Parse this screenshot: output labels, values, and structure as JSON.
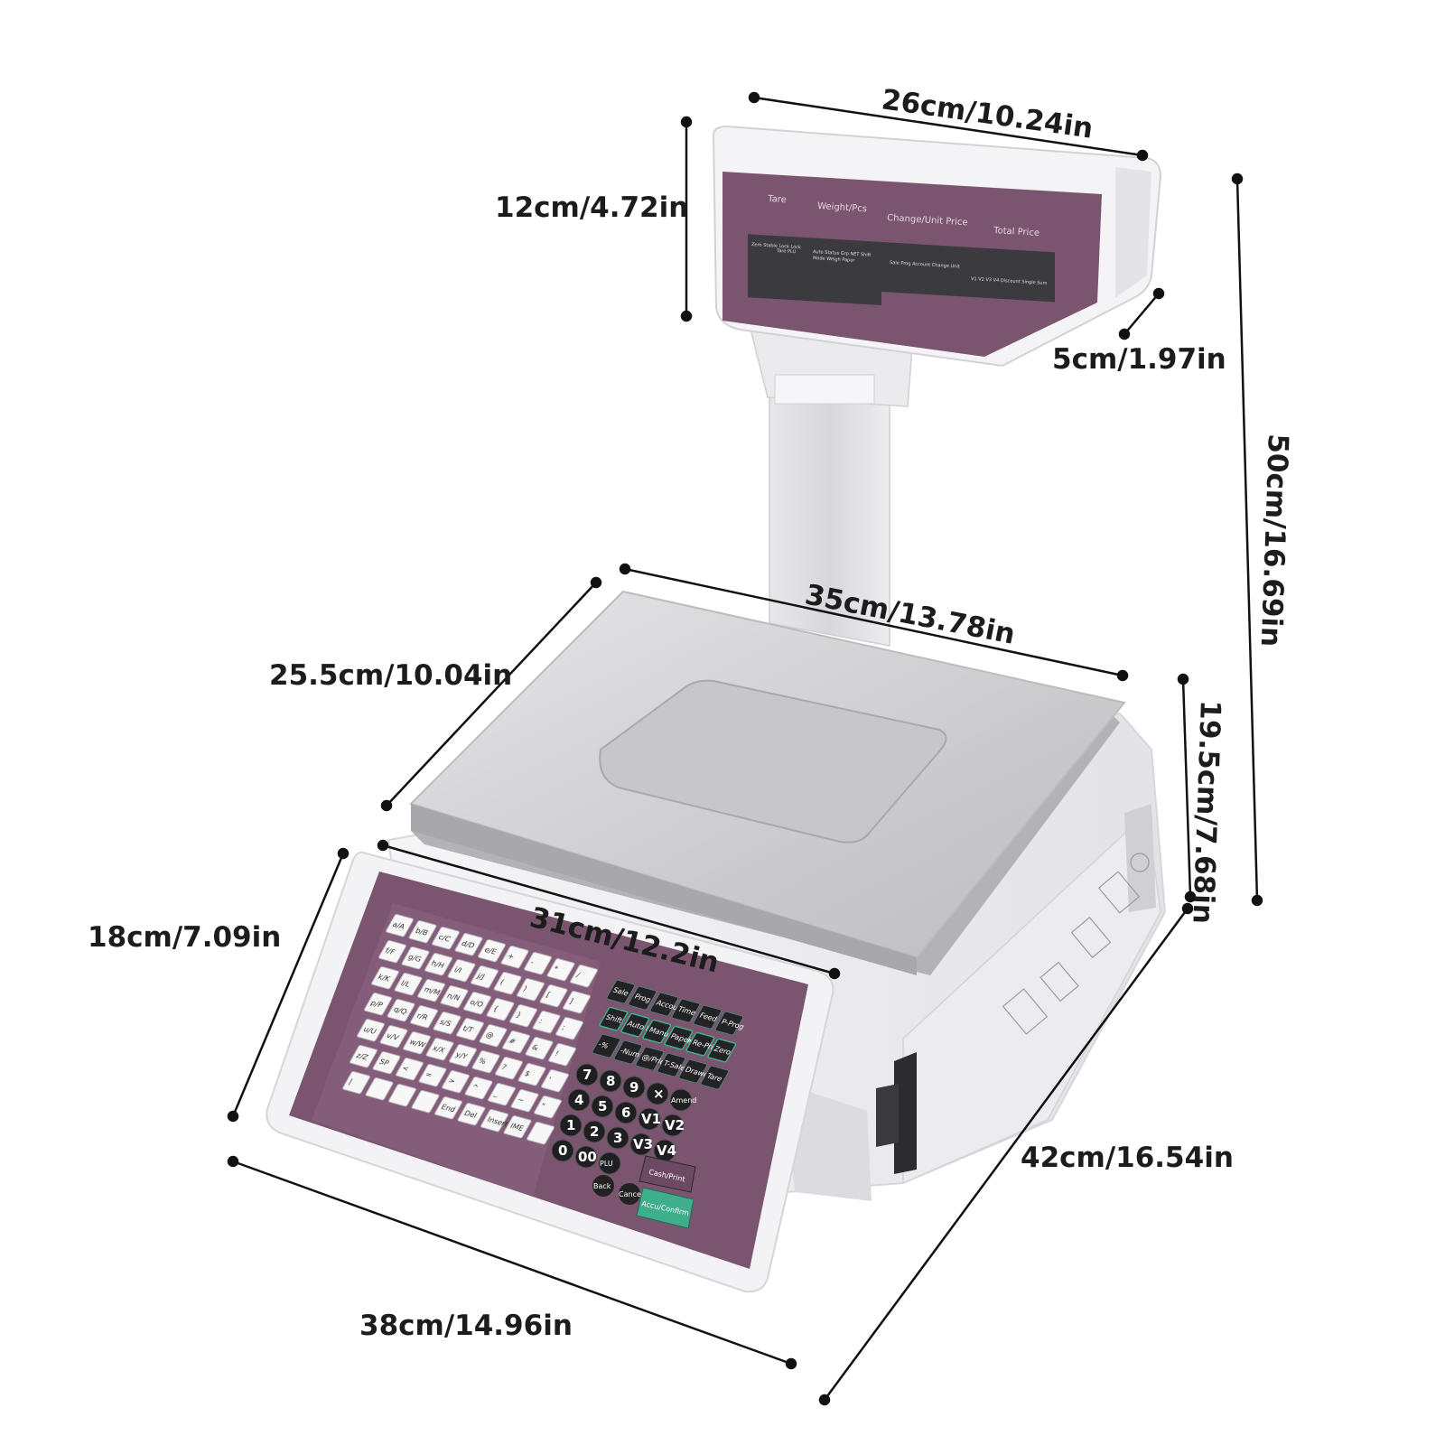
{
  "colors": {
    "body": "#f2f2f4",
    "panel": "#7b5470",
    "accent_green": "#3fae8a",
    "platter": "#cfcfd1",
    "dimension_line": "#111111"
  },
  "dimensions": {
    "display_width": "26cm/10.24in",
    "display_height": "12cm/4.72in",
    "display_depth": "5cm/1.97in",
    "total_height": "50cm/16.69in",
    "platter_width": "35cm/13.78in",
    "platter_depth": "25.5cm/10.04in",
    "base_height": "19.5cm/7.68in",
    "keyboard_width": "31cm/12.2in",
    "keyboard_height": "18cm/7.09in",
    "base_width": "38cm/14.96in",
    "base_depth": "42cm/16.54in"
  },
  "display": {
    "sections": [
      "Tare",
      "Weight/Pcs",
      "Change/Unit Price",
      "Total Price"
    ],
    "indicators_left": "Zero Stable Lock Lock",
    "indicators_left2": "Tare PLU",
    "indicators_mid": "Auto Status Grp NET Shift",
    "indicators_mid2": "Mode Weigh Paper",
    "indicators_right": "Sale Prog Account Change Unit",
    "indicators_right2": "V1 V2 V3 V4 Discount Single Sum"
  },
  "keyboard": {
    "alpha_rows": [
      [
        "a/A",
        "b/B",
        "c/C",
        "d/D",
        "e/E",
        "+",
        "-",
        "*",
        "/"
      ],
      [
        "f/F",
        "g/G",
        "h/H",
        "i/I",
        "j/J",
        "(",
        ")",
        "[",
        "]"
      ],
      [
        "k/K",
        "l/L",
        "m/M",
        "n/N",
        "o/O",
        "{",
        "}",
        ":",
        ";"
      ],
      [
        "p/P",
        "q/Q",
        "r/R",
        "s/S",
        "t/T",
        "@",
        "#",
        "&",
        "!"
      ],
      [
        "u/U",
        "v/V",
        "w/W",
        "x/X",
        "y/Y",
        "%",
        "?",
        "$",
        "'"
      ],
      [
        "z/Z",
        "SP",
        "<",
        "=",
        ">",
        "^",
        "_",
        "~",
        "\""
      ],
      [
        "|",
        "",
        "",
        "",
        "End",
        "Del",
        "Insert",
        "IME",
        ""
      ]
    ],
    "func_rows": [
      [
        "Sale",
        "Prog",
        "Account",
        "Time",
        "Feed",
        "P-Prog"
      ],
      [
        "Shift",
        "Auto Mode",
        "Manual Weight",
        "Paper Type",
        "Re-Print",
        "Zero"
      ],
      [
        "-%",
        "-Num",
        "@/Price",
        "T-Sale",
        "Drawer",
        "Tare"
      ]
    ],
    "num_rows": [
      [
        "7",
        "8",
        "9",
        "×",
        "Amend"
      ],
      [
        "4",
        "5",
        "6",
        "V1",
        "V2"
      ],
      [
        "1",
        "2",
        "3",
        "V3",
        "V4"
      ],
      [
        "0",
        "00",
        "PLU"
      ]
    ],
    "bottom_keys": {
      "cash": "Cash/Print",
      "back": "Back",
      "cancel": "Cancel",
      "confirm": "Accu/Confirm"
    }
  }
}
